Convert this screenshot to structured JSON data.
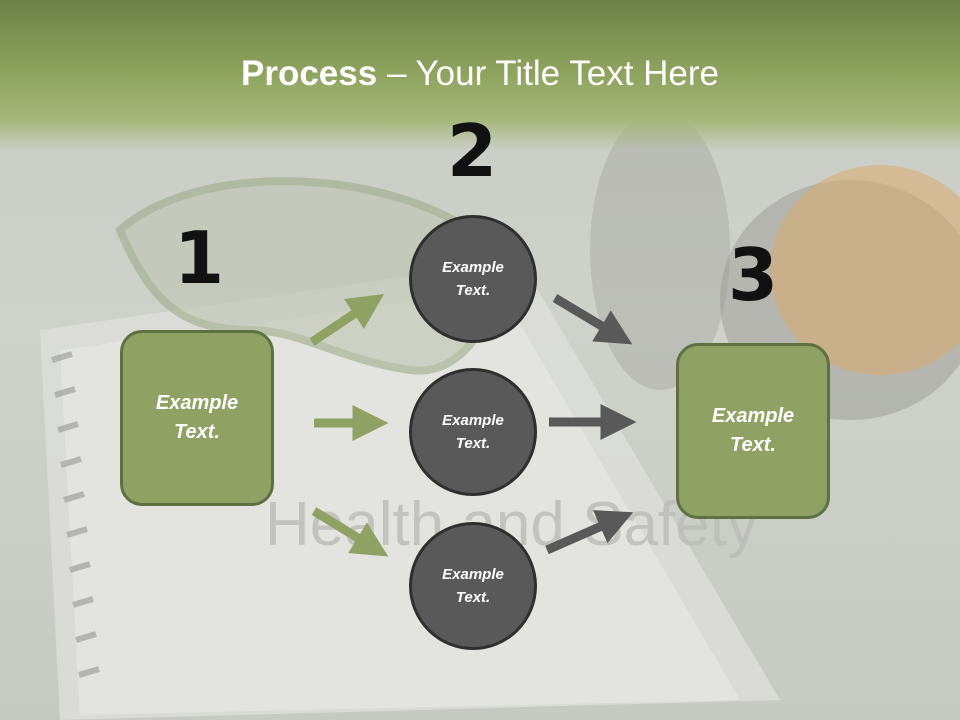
{
  "slide": {
    "title_bold": "Process",
    "title_rest": " – Your Title Text Here",
    "background_watermark": "Health and Safety"
  },
  "steps": [
    {
      "number": "1"
    },
    {
      "number": "2"
    },
    {
      "number": "3"
    }
  ],
  "left_box": {
    "text": "Example Text."
  },
  "right_box": {
    "text": "Example Text."
  },
  "circles": [
    {
      "text": "Example Text."
    },
    {
      "text": "Example Text."
    },
    {
      "text": "Example Text."
    }
  ],
  "colors": {
    "title_band": "#8ca15c",
    "box_fill": "#8fa264",
    "circle_fill": "#595959",
    "green_arrow": "#8fa264",
    "gray_arrow": "#595959"
  }
}
